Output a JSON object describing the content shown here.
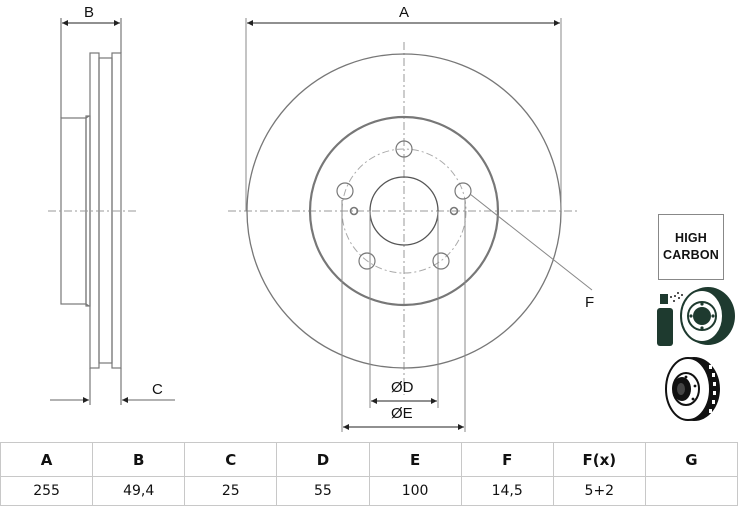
{
  "drawing": {
    "title": "Brake disc technical drawing",
    "labels": {
      "a": "A",
      "b": "B",
      "c": "C",
      "d": "ØD",
      "e": "ØE",
      "f": "F"
    },
    "bolt_holes": 5
  },
  "badges": {
    "high_carbon_line1": "HIGH",
    "high_carbon_line2": "CARBON",
    "coated_icon": "coated-disc-icon",
    "vented_icon": "vented-disc-icon"
  },
  "spec_table": {
    "headers": [
      "A",
      "B",
      "C",
      "D",
      "E",
      "F",
      "F(x)",
      "G"
    ],
    "values": [
      "255",
      "49,4",
      "25",
      "55",
      "100",
      "14,5",
      "5+2",
      ""
    ]
  }
}
